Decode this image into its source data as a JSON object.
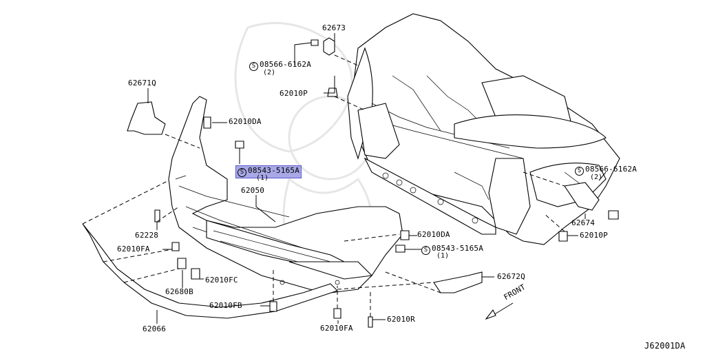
{
  "diagram_code": "J62001DA",
  "front_label": "FRONT",
  "parts": {
    "p62673": "62673",
    "p08566_top": "08566-6162A",
    "p08566_top_qty": "(2)",
    "p62010P_top": "62010P",
    "p62671Q": "62671Q",
    "p62010DA_top": "62010DA",
    "p08543_top": "08543-5165A",
    "p08543_top_qty": "(1)",
    "p62050": "62050",
    "p62228": "62228",
    "p62010FA_left": "62010FA",
    "p62010DA_mid": "62010DA",
    "p08543_mid": "08543-5165A",
    "p08543_mid_qty": "(1)",
    "p62010FC": "62010FC",
    "p62680B": "62680B",
    "p62010FB": "62010FB",
    "p62066": "62066",
    "p62010FA_bottom": "62010FA",
    "p62010R": "62010R",
    "p62672Q": "62672Q",
    "p08566_right": "08566-6162A",
    "p08566_right_qty": "(2)",
    "p62674": "62674",
    "p62010P_right": "62010P"
  },
  "s_symbol": "S",
  "colors": {
    "highlight": "#a8a8e6"
  }
}
